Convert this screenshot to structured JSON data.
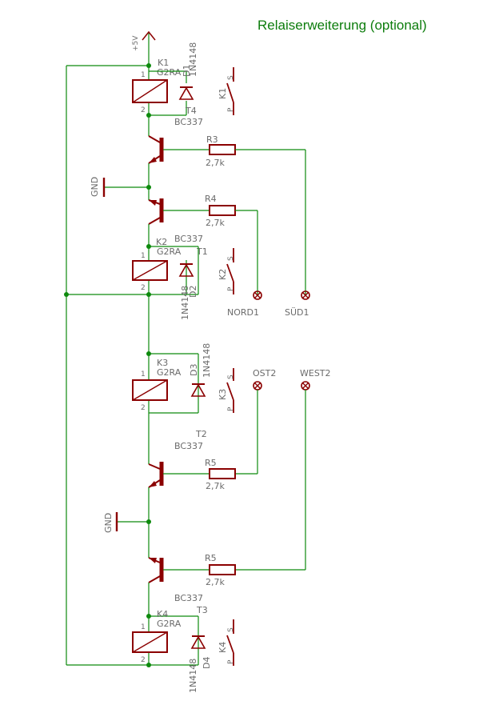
{
  "title": "Relaiserweiterung (optional)",
  "supply": "+5V",
  "gnd": [
    "GND",
    "GND"
  ],
  "relays": [
    {
      "name": "K1",
      "type": "G2RA",
      "pin1": "1",
      "pin2": "2",
      "contact": "K1",
      "p": "P",
      "s": "S"
    },
    {
      "name": "K2",
      "type": "G2RA",
      "pin1": "1",
      "pin2": "2",
      "contact": "K2",
      "p": "P",
      "s": "S"
    },
    {
      "name": "K3",
      "type": "G2RA",
      "pin1": "1",
      "pin2": "2",
      "contact": "K3",
      "p": "P",
      "s": "S"
    },
    {
      "name": "K4",
      "type": "G2RA",
      "pin1": "1",
      "pin2": "2",
      "contact": "K4",
      "p": "P",
      "s": "S"
    }
  ],
  "diodes": [
    {
      "name": "D1",
      "type": "1N4148"
    },
    {
      "name": "D2",
      "type": "1N4148"
    },
    {
      "name": "D3",
      "type": "1N4148"
    },
    {
      "name": "D4",
      "type": "1N4148"
    }
  ],
  "transistors": [
    {
      "name": "T4",
      "type": "BC337"
    },
    {
      "name": "T1",
      "type": "BC337"
    },
    {
      "name": "T2",
      "type": "BC337"
    },
    {
      "name": "T3",
      "type": "BC337"
    }
  ],
  "resistors": [
    {
      "name": "R3",
      "value": "2,7k"
    },
    {
      "name": "R4",
      "value": "2,7k"
    },
    {
      "name": "R5",
      "value": "2,7k"
    },
    {
      "name": "R5",
      "value": "2,7k"
    }
  ],
  "terminals": [
    "NORD1",
    "SÜD1",
    "OST2",
    "WEST2"
  ]
}
